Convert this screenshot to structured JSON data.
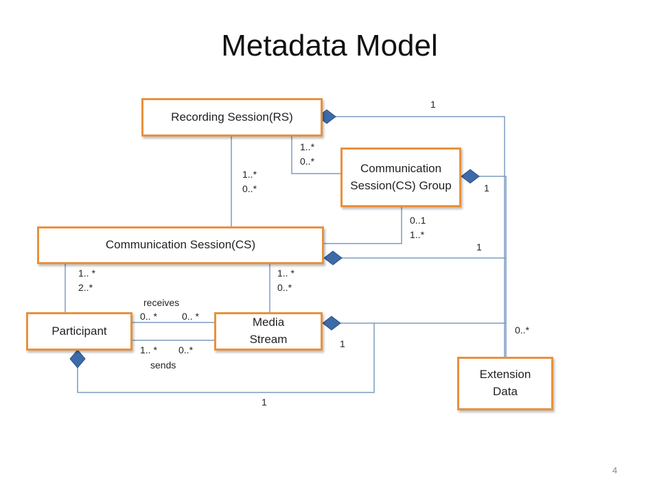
{
  "title": "Metadata Model",
  "page_number": "4",
  "boxes": {
    "recording_session": "Recording Session(RS)",
    "cs_group": "Communication Session(CS) Group",
    "communication_session": "Communication Session(CS)",
    "participant": "Participant",
    "media_stream": "Media Stream",
    "extension_data": "Extension Data"
  },
  "labels": {
    "rs_ext": "1",
    "rs_group_1": "1..*",
    "rs_group_2": "0..*",
    "rs_cs_1": "1..*",
    "rs_cs_2": "0..*",
    "group_ext": "1",
    "group_cs_1": "0..1",
    "group_cs_2": "1..*",
    "cs_ext": "1",
    "cs_part_1": "1.. *",
    "cs_part_2": "2..*",
    "cs_media_1": "1.. *",
    "cs_media_2": "0..*",
    "receives": "receives",
    "recv_left": "0.. *",
    "recv_right": "0.. *",
    "send_left": "1.. *",
    "send_right": "0..*",
    "sends": "sends",
    "media_ext_left": "1",
    "media_ext_right": "0..*",
    "part_media": "1"
  },
  "colors": {
    "box_border": "#e8913c",
    "connector": "#6a8fb5",
    "diamond": "#3d6aa8"
  }
}
